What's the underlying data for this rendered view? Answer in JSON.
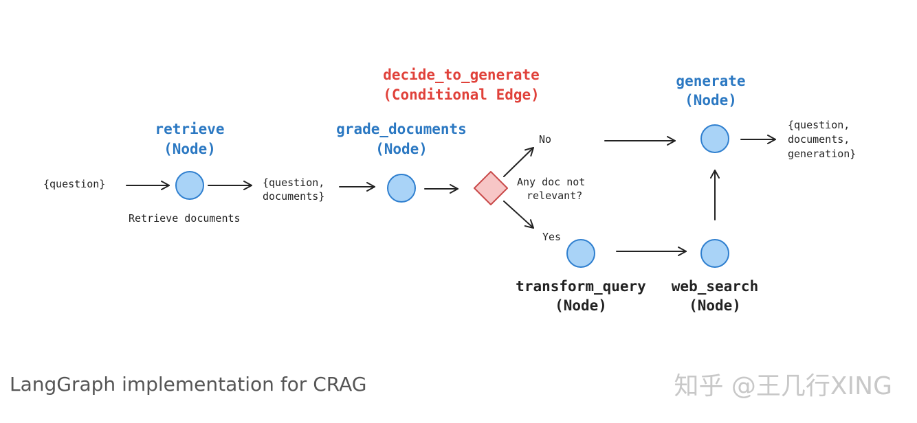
{
  "colors": {
    "node_fill": "#a9d3f7",
    "node_stroke": "#2f7fcf",
    "node_label": "#2b78c2",
    "conditional_label": "#e0413a",
    "diamond_fill": "#f7c6c6",
    "diamond_stroke": "#c94a4a",
    "text_dark": "#222222",
    "caption": "#555555",
    "watermark": "#c8c8c8"
  },
  "nodes": {
    "retrieve": {
      "name": "retrieve",
      "kind": "(Node)",
      "note": "Retrieve documents"
    },
    "grade_documents": {
      "name": "grade_documents",
      "kind": "(Node)"
    },
    "decide_to_generate": {
      "name": "decide_to_generate",
      "kind": "(Conditional Edge)"
    },
    "generate": {
      "name": "generate",
      "kind": "(Node)"
    },
    "transform_query": {
      "name": "transform_query",
      "kind": "(Node)"
    },
    "web_search": {
      "name": "web_search",
      "kind": "(Node)"
    }
  },
  "states": {
    "input": "{question}",
    "after_retrieve_1": "{question,",
    "after_retrieve_2": "documents}",
    "output_1": "{question,",
    "output_2": "documents,",
    "output_3": "generation}"
  },
  "decision": {
    "question_1": "Any doc not",
    "question_2": "relevant?",
    "no_label": "No",
    "yes_label": "Yes"
  },
  "caption": "LangGraph implementation for CRAG",
  "watermark": "知乎 @王几行XING"
}
